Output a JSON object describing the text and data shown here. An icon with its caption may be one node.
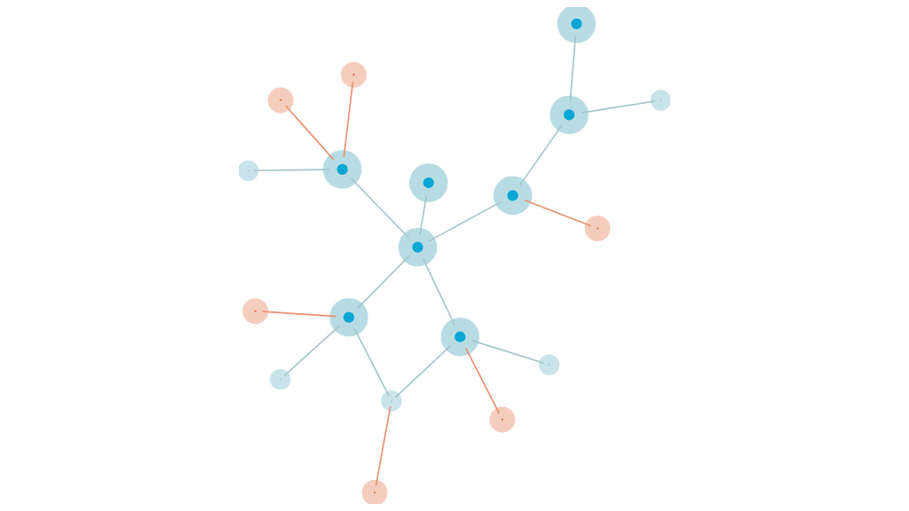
{
  "diagram": {
    "nodes": [
      {
        "text": [],
        "shape": "circle"
      },
      {
        "text": [],
        "shape": "circle"
      },
      {
        "text": [],
        "shape": "circle"
      },
      {
        "text": [],
        "shape": "circle"
      },
      {
        "text": [],
        "shape": "circle"
      },
      {
        "text": [],
        "shape": "circle"
      },
      {
        "text": [],
        "shape": "circle"
      },
      {
        "text": [],
        "shape": "circle"
      },
      {
        "text": [],
        "shape": "circle"
      },
      {
        "text": [],
        "shape": "circle"
      },
      {
        "text": [],
        "shape": "circle"
      },
      {
        "text": [],
        "shape": "circle"
      },
      {
        "text": [],
        "shape": "circle"
      },
      {
        "text": [],
        "shape": "circle"
      },
      {
        "text": [],
        "shape": "circle"
      },
      {
        "text": [],
        "shape": "circle"
      },
      {
        "text": [],
        "shape": "circle"
      },
      {
        "text": [],
        "shape": "circle"
      },
      {
        "text": [],
        "shape": "circle"
      }
    ],
    "edges": [
      {
        "from": 0,
        "to": 11,
        "arrow": "none"
      },
      {
        "from": 1,
        "to": 4,
        "arrow": "none"
      },
      {
        "from": 2,
        "to": 4,
        "arrow": "none",
        "color": "#e8916f"
      },
      {
        "from": 4,
        "to": 11,
        "arrow": "none"
      },
      {
        "from": 4,
        "to": 7,
        "arrow": "none"
      },
      {
        "from": 7,
        "to": 8,
        "arrow": "none",
        "color": "#e8916f"
      },
      {
        "from": 7,
        "to": 15,
        "arrow": "none"
      },
      {
        "from": 3,
        "to": 10,
        "arrow": "none"
      },
      {
        "from": 10,
        "to": 12,
        "arrow": "none"
      },
      {
        "from": 10,
        "to": 14,
        "arrow": "none"
      },
      {
        "from": 5,
        "to": 9,
        "arrow": "none",
        "color": "#e8916f"
      },
      {
        "from": 6,
        "to": 9,
        "arrow": "none"
      },
      {
        "from": 9,
        "to": 11,
        "arrow": "none"
      },
      {
        "from": 9,
        "to": 13,
        "arrow": "none",
        "color": "#e8916f"
      },
      {
        "from": 11,
        "to": 14,
        "arrow": "none"
      },
      {
        "from": 11,
        "to": 15,
        "arrow": "none"
      },
      {
        "from": 14,
        "to": 16,
        "arrow": "none",
        "color": "#e8916f"
      },
      {
        "from": 15,
        "to": 17,
        "arrow": "none",
        "color": "#e8916f"
      },
      {
        "from": 15,
        "to": 18,
        "arrow": "none"
      }
    ]
  }
}
